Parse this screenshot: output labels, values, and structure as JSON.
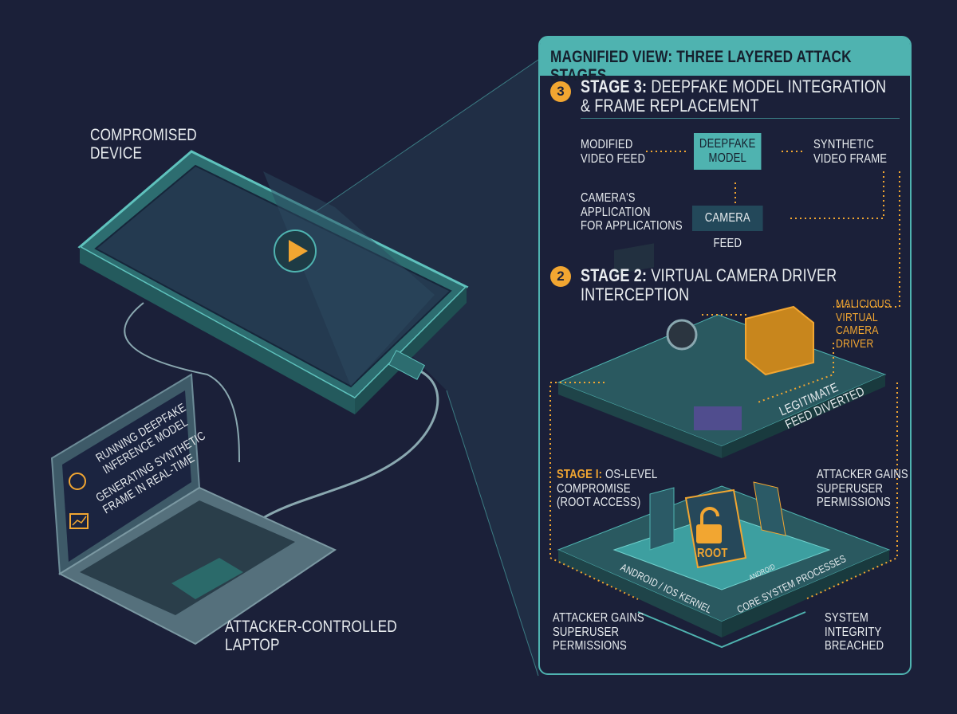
{
  "colors": {
    "background": "#1b2039",
    "teal": "#4fb3b0",
    "orange": "#f2a631",
    "text": "#e8ecef"
  },
  "left": {
    "device_label": "Compromised\nDevice",
    "laptop_label": "Attacker-Controlled\nLaptop",
    "laptop_screen": {
      "line1": "Running Deepfake\nInference Model",
      "line2": "Generating Synthetic\nFrame in Real-Time"
    },
    "icons": [
      "play-icon",
      "brain-icon",
      "chart-icon",
      "usb-cable-icon"
    ]
  },
  "panel": {
    "title": "Magnified View: Three Layered Attack Stages",
    "stage3": {
      "number": "3",
      "label": "Stage 3:",
      "title": " Deepfake Model Integration\n& Frame Replacement",
      "modified_feed": "Modified\nVideo Feed",
      "deepfake_model": "Deepfake\nModel",
      "synthetic_frame": "Synthetic\nVideo Frame",
      "cameras_app": "Camera's\nApplication\nfor Applications",
      "camera_feed": "Camera Feed"
    },
    "stage2": {
      "number": "2",
      "label": "Stage 2:",
      "title": " Virtual Camera Driver Interception",
      "malicious_driver": "Malicious\nVirtual\nCamera\nDriver",
      "legit_feed": "Legitimate\nFeed Diverted"
    },
    "stage1": {
      "label": "Stage I:",
      "title": " OS-Level\nCompromise\n(Root Access)",
      "gains_right": "Attacker Gains\nSuperuser\nPermissions",
      "gains_left": "Attacker Gains\nSuperuser\nPermissions",
      "integrity": "System\nIntegrity\nBreached",
      "kernel": "Android / iOS Kernel",
      "core": "Core System Processes",
      "root": "Root",
      "android": "Android"
    }
  }
}
